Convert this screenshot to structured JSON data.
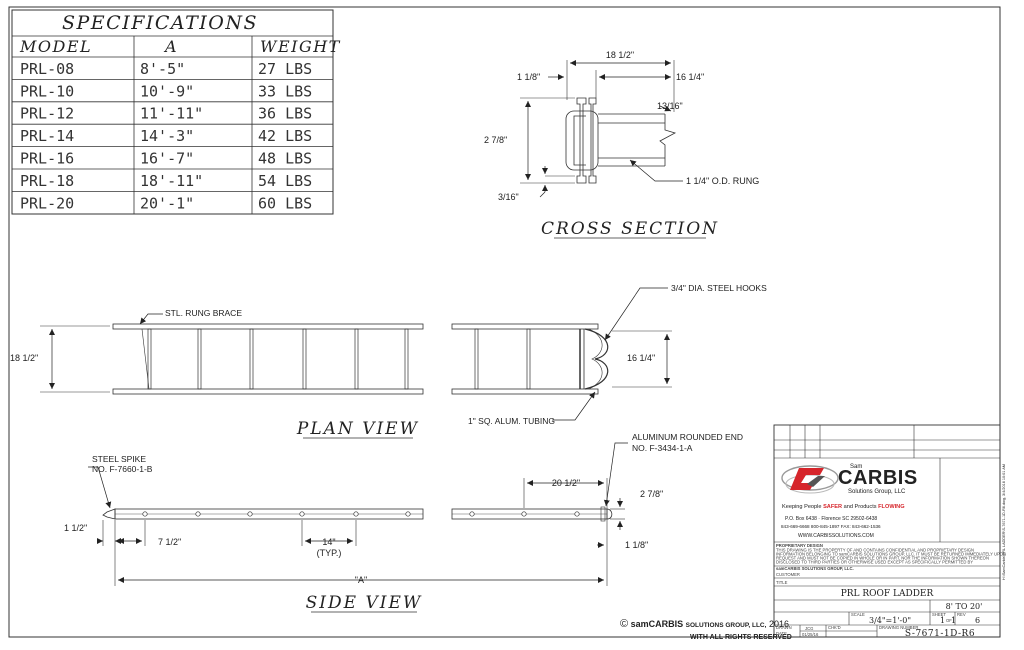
{
  "specifications": {
    "title": "SPECIFICATIONS",
    "headers": [
      "MODEL",
      "A",
      "WEIGHT"
    ],
    "rows": [
      [
        "PRL-08",
        "8'-5\"",
        "27 LBS"
      ],
      [
        "PRL-10",
        "10'-9\"",
        "33 LBS"
      ],
      [
        "PRL-12",
        "11'-11\"",
        "36 LBS"
      ],
      [
        "PRL-14",
        "14'-3\"",
        "42 LBS"
      ],
      [
        "PRL-16",
        "16'-7\"",
        "48 LBS"
      ],
      [
        "PRL-18",
        "18'-11\"",
        "54 LBS"
      ],
      [
        "PRL-20",
        "20'-1\"",
        "60 LBS"
      ]
    ]
  },
  "cross_section": {
    "title": "CROSS SECTION",
    "dim_overall": "18 1/2\"",
    "dim_left_flange": "1 1/8\"",
    "dim_inner": "16 1/4\"",
    "dim_rung_offset": "13/16\"",
    "dim_height": "2 7/8\"",
    "dim_bottom": "3/16\"",
    "rung_label": "1 1/4\" O.D. RUNG"
  },
  "plan_view": {
    "title": "PLAN VIEW",
    "dim_width": "18 1/2\"",
    "dim_hook_width": "16 1/4\"",
    "label_brace": "STL. RUNG BRACE",
    "label_hooks": "3/4\" DIA. STEEL HOOKS",
    "label_tubing": "1\" SQ. ALUM. TUBING"
  },
  "side_view": {
    "title": "SIDE VIEW",
    "label_spike_1": "STEEL SPIKE",
    "label_spike_2": "NO. F-7660-1-B",
    "label_end_1": "ALUMINUM ROUNDED END",
    "label_end_2": "NO. F-3434-1-A",
    "dim_spike": "1 1/2\"",
    "dim_first_hole": "7 1/2\"",
    "dim_spacing": "14\"",
    "dim_spacing_note": "(TYP.)",
    "dim_end": "20 1/2\"",
    "dim_height": "2 7/8\"",
    "dim_end_offset": "1 1/8\"",
    "dim_overall": "\"A\""
  },
  "footer": {
    "copyright_symbol": "©",
    "copyright_prefix": "samCARBIS",
    "copyright_suffix": "SOLUTIONS GROUP, LLC,",
    "copyright_year": "2016",
    "rights": "WITH ALL RIGHTS RESERVED"
  },
  "title_block": {
    "logo_name": "CARBIS",
    "logo_small": "Sam",
    "logo_tag": "Solutions Group, LLC",
    "tagline_pre": "Keeping People",
    "tagline_safe": "SAFER",
    "tagline_mid": "and Products",
    "tagline_flow": "FLOWING",
    "address": "P.O. Box 6438  ·  Florence SC 29502-6438",
    "phones": "843-669-6668    800-845-1897    FAX: 843-662-1536",
    "website": "WWW.CARBISSOLUTIONS.COM",
    "proprietary_heading": "PROPRIETARY DESIGN",
    "proprietary_1": "THIS DRAWING IS THE PROPERTY OF AND CONTAINS CONFIDENTIAL AND PROPRIETARY DESIGN",
    "proprietary_2": "INFORMATION BELONGING TO samCARBIS SOLUTIONS GROUP, LLC. IT MUST BE RETURNED IMMEDIATELY UPON",
    "proprietary_3": "REQUEST AND MUST NOT BE COPIED IN WHOLE OR IN PART, NOR THE INFORMATION SHOWN THEREON",
    "proprietary_4": "DISCLOSED TO THIRD PARTIES OR OTHERWISE USED EXCEPT AS SPECIFICALLY PERMITTED BY",
    "proprietary_5": "samCARBIS SOLUTIONS GROUP, LLC.",
    "customer_label": "CUSTOMER",
    "title_label": "TITLE",
    "drawing_title": "PRL ROOF LADDER",
    "range": "8' TO 20'",
    "scale": "3/4\"=1'-0\"",
    "sheet_a": "1",
    "sheet_of": "OF",
    "sheet_b": "1",
    "rev": "6",
    "drawing_number": "S-7671-1D-R6",
    "drawn_label": "DRAWN",
    "date_label": "DATE",
    "checked_label": "CHK'D",
    "scale_label": "SCALE",
    "sheet_label": "SHEET",
    "rev_label": "REV",
    "dwg_label": "DRAWING NUMBER",
    "drawn_by": "JCG",
    "drawn_date": "01/25/16"
  },
  "margin_note": "H:\\SamCarbis\\PRL LADDER\\S-7671-1D-R6.dwg, 3/4/2016 10:01 AM"
}
